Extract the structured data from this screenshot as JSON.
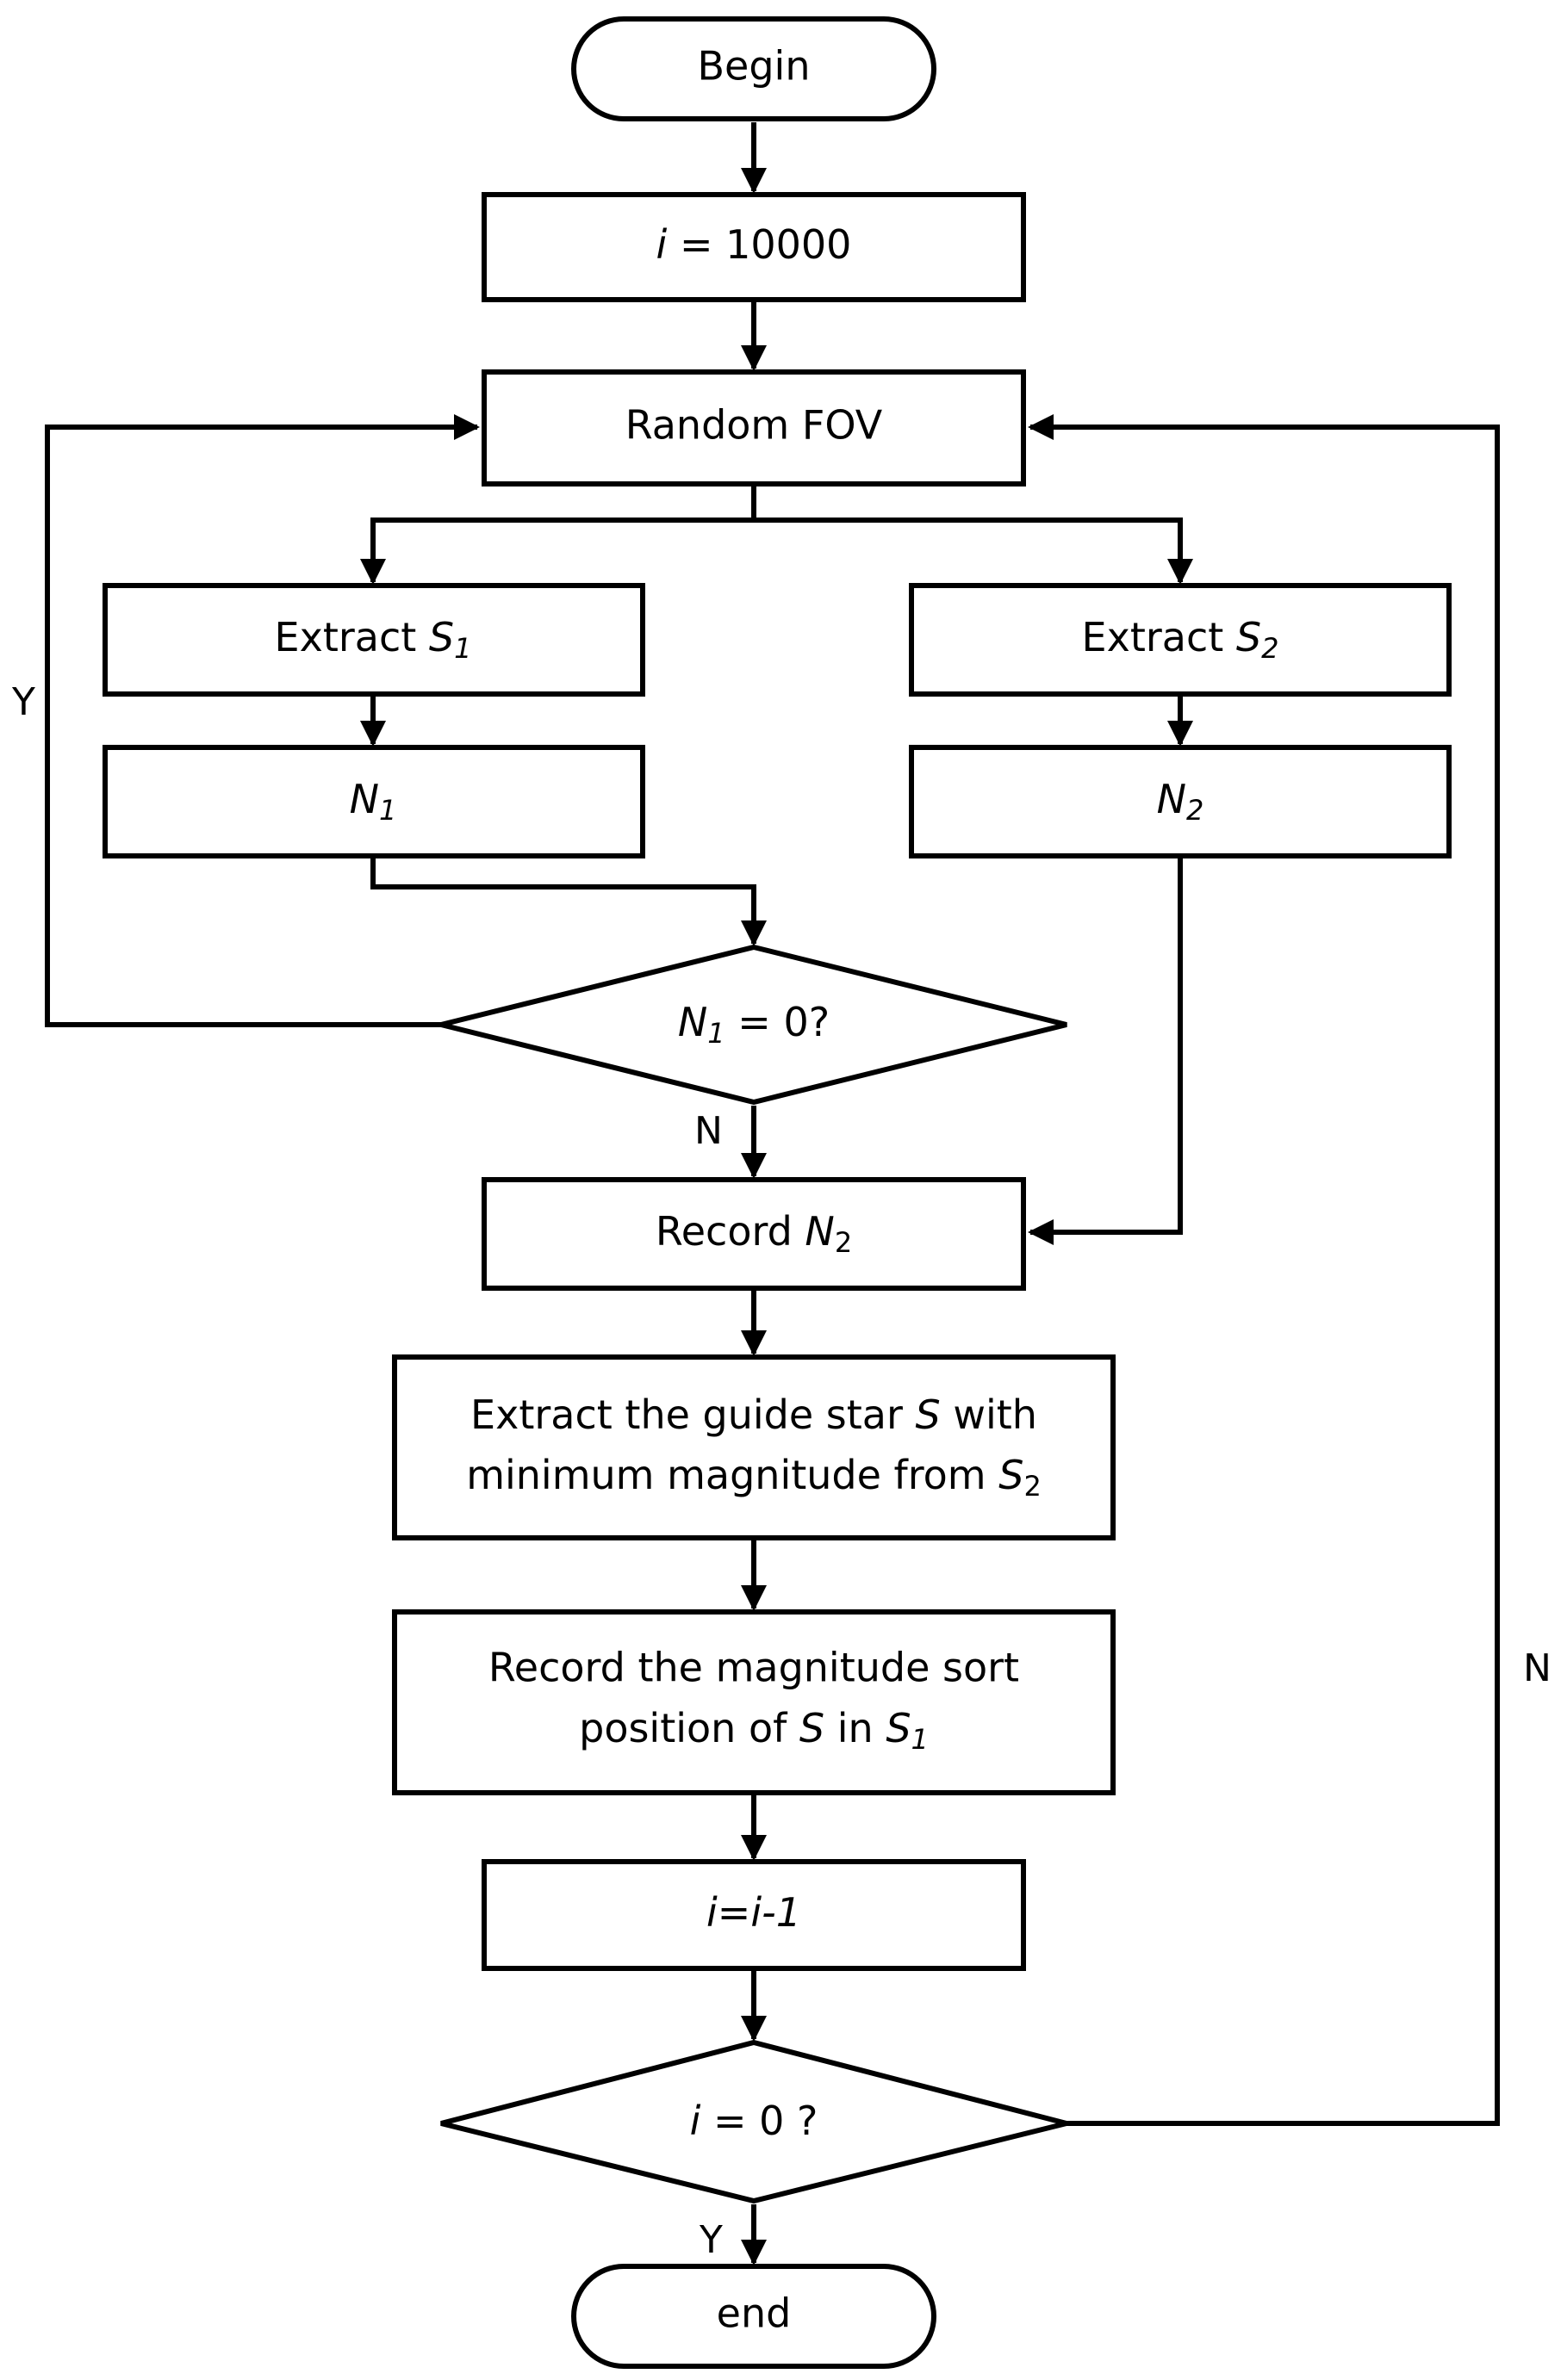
{
  "nodes": {
    "begin": {
      "text": "Begin"
    },
    "init": {
      "var": "i",
      "rest": " = 10000"
    },
    "random_fov": {
      "text": "Random FOV"
    },
    "extract_s1": {
      "prefix": "Extract ",
      "var": "S",
      "sub": "1"
    },
    "extract_s2": {
      "prefix": "Extract ",
      "var": "S",
      "sub": "2"
    },
    "n1": {
      "var": "N",
      "sub": "1"
    },
    "n2": {
      "var": "N",
      "sub": "2"
    },
    "decision_n1": {
      "var": "N",
      "sub": "1",
      "rest": " = 0?"
    },
    "record_n2": {
      "prefix": "Record ",
      "var": "N",
      "sub": "2"
    },
    "extract_guide": {
      "line1_a": "Extract the guide star ",
      "line1_var": "S",
      "line1_b": " with",
      "line2_a": "minimum magnitude from  ",
      "line2_var": "S",
      "line2_sub": "2"
    },
    "record_sort": {
      "line1": "Record the magnitude sort",
      "line2_a": "position of ",
      "line2_var": "S",
      "line2_b": " in ",
      "line2_var2": "S",
      "line2_sub": "1"
    },
    "decrement": {
      "var1": "i",
      "eq": "=",
      "var2": "i",
      "rest": "-1"
    },
    "decision_i": {
      "var": "i",
      "rest": " = 0 ?"
    },
    "end": {
      "text": "end"
    }
  },
  "edge_labels": {
    "n1_yes": "Y",
    "n1_no": "N",
    "i_no": "N",
    "i_yes": "Y"
  }
}
